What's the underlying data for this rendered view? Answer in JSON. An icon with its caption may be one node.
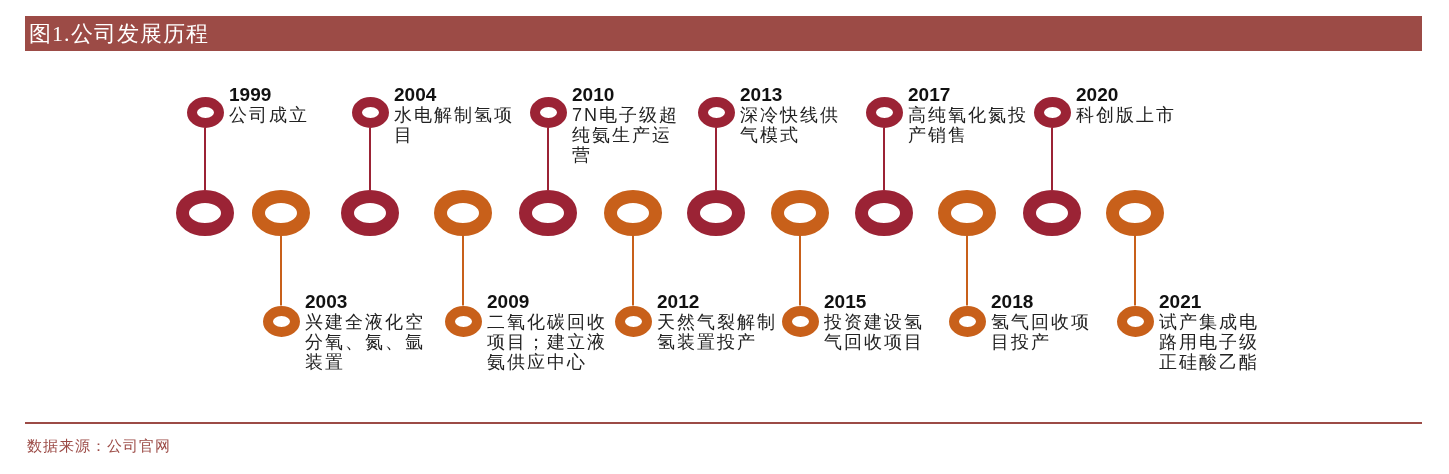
{
  "diagram": {
    "title": "图1.公司发展历程",
    "nodes": [
      {
        "text": [],
        "shape": "circle"
      },
      {
        "text": [],
        "shape": "circle",
        "beside": [
          "1999",
          "公司成立"
        ]
      },
      {
        "text": [],
        "shape": "circle"
      },
      {
        "text": [],
        "shape": "circle",
        "beside": [
          "2003",
          "兴建全液化空分氧、氮、氩装置"
        ]
      },
      {
        "text": [],
        "shape": "circle"
      },
      {
        "text": [],
        "shape": "circle",
        "beside": [
          "2004",
          "水电解制氢项目"
        ]
      },
      {
        "text": [],
        "shape": "circle"
      },
      {
        "text": [],
        "shape": "circle",
        "beside": [
          "2009",
          "二氧化碳回收项目；建立液氨供应中心"
        ]
      },
      {
        "text": [],
        "shape": "circle"
      },
      {
        "text": [],
        "shape": "circle",
        "beside": [
          "2010",
          "7N电子级超纯氨生产运营"
        ]
      },
      {
        "text": [],
        "shape": "circle"
      },
      {
        "text": [],
        "shape": "circle",
        "beside": [
          "2012",
          "天然气裂解制氢装置投产"
        ]
      },
      {
        "text": [],
        "shape": "circle"
      },
      {
        "text": [],
        "shape": "circle",
        "beside": [
          "2013",
          "深冷快线供气模式"
        ]
      },
      {
        "text": [],
        "shape": "circle"
      },
      {
        "text": [],
        "shape": "circle",
        "beside": [
          "2015",
          "投资建设氢气回收项目"
        ]
      },
      {
        "text": [],
        "shape": "circle"
      },
      {
        "text": [],
        "shape": "circle",
        "beside": [
          "2017",
          "高纯氧化氮投产销售"
        ]
      },
      {
        "text": [],
        "shape": "circle"
      },
      {
        "text": [],
        "shape": "circle",
        "beside": [
          "2018",
          "氢气回收项目投产"
        ]
      },
      {
        "text": [],
        "shape": "circle"
      },
      {
        "text": [],
        "shape": "circle",
        "beside": [
          "2020",
          "科创版上市"
        ]
      },
      {
        "text": [],
        "shape": "circle"
      },
      {
        "text": [],
        "shape": "circle",
        "beside": [
          "2021",
          "试产集成电路用电子级正硅酸乙酯"
        ]
      }
    ],
    "edges": [
      {
        "from": 0,
        "to": 1,
        "arrow": "none"
      },
      {
        "from": 2,
        "to": 3,
        "arrow": "none",
        "color": "#c8601a"
      },
      {
        "from": 4,
        "to": 5,
        "arrow": "none"
      },
      {
        "from": 6,
        "to": 7,
        "arrow": "none",
        "color": "#c8601a"
      },
      {
        "from": 8,
        "to": 9,
        "arrow": "none"
      },
      {
        "from": 10,
        "to": 11,
        "arrow": "none",
        "color": "#c8601a"
      },
      {
        "from": 12,
        "to": 13,
        "arrow": "none"
      },
      {
        "from": 14,
        "to": 15,
        "arrow": "none",
        "color": "#c8601a"
      },
      {
        "from": 16,
        "to": 17,
        "arrow": "none"
      },
      {
        "from": 18,
        "to": 19,
        "arrow": "none",
        "color": "#c8601a"
      },
      {
        "from": 20,
        "to": 21,
        "arrow": "none"
      },
      {
        "from": 22,
        "to": 23,
        "arrow": "none",
        "color": "#c8601a"
      }
    ],
    "caption": "数据来源：公司官网"
  }
}
